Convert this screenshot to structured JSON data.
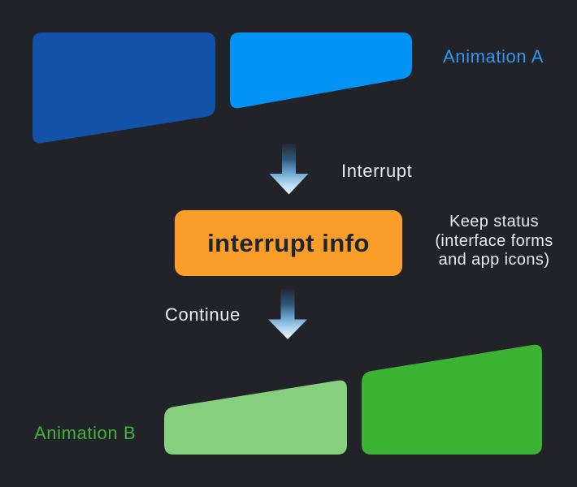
{
  "diagram": {
    "animation_a_label": "Animation A",
    "interrupt_label": "Interrupt",
    "interrupt_box_label": "interrupt info",
    "keep_status_note": {
      "lines": [
        "Keep status",
        "(interface forms",
        "and app icons)"
      ]
    },
    "continue_label": "Continue",
    "animation_b_label": "Animation B"
  },
  "icons": {
    "interrupt_arrow": "down-arrow",
    "continue_arrow": "down-arrow"
  },
  "colors": {
    "background": "#212329",
    "animation_a_frame_dark": "#1252a8",
    "animation_a_frame_light": "#0293f5",
    "animation_b_frame_light": "#85cf7e",
    "animation_b_frame_dark": "#3cb235",
    "interrupt_box": "#fb9e29",
    "interrupt_box_text": "#20242b",
    "animation_a_label": "#2e97ee",
    "animation_b_label": "#3db439",
    "note_text": "#e9eaec",
    "arrow_gradient": {
      "top": "#232832",
      "upper_mid": "#2f5679",
      "mid": "#66a0cc",
      "lower_mid": "#b6d9f1",
      "bottom": "#f2fafe"
    }
  }
}
